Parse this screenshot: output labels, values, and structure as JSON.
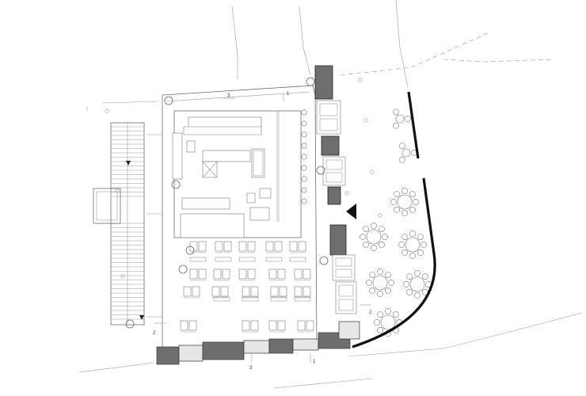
{
  "plan": {
    "section_markers": [
      "1",
      "1",
      "2",
      "2",
      "3",
      "3"
    ],
    "icons": [
      "entrance-arrow-icon",
      "stair-direction-arrow-icon",
      "column-circle-icon"
    ],
    "colors": {
      "line": "#7a7a7a",
      "solid_panel": "#6e6e6e",
      "glazing": "#e6e6e6",
      "boundary_stroke": "#111111",
      "background": "#ffffff"
    }
  }
}
